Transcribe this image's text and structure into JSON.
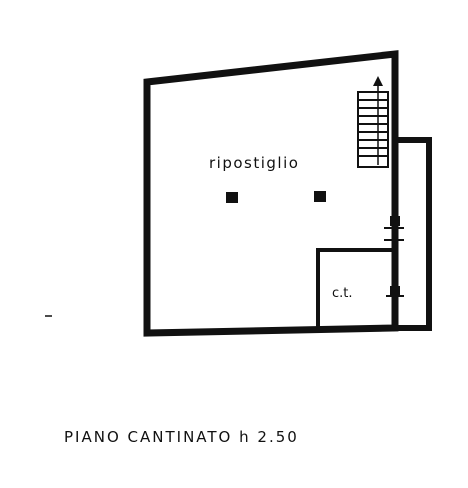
{
  "floor_plan": {
    "caption": "PIANO CANTINATO  h 2.50",
    "rooms": [
      {
        "id": "storage",
        "label": "ripostiglio"
      },
      {
        "id": "technical",
        "label": "c.t."
      }
    ],
    "colors": {
      "wall": "#111111",
      "background": "#ffffff"
    }
  }
}
